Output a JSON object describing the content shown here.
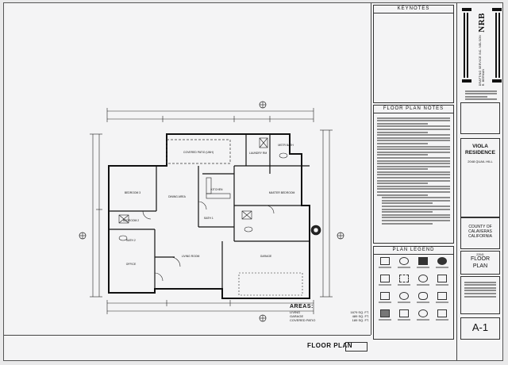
{
  "plan": {
    "rooms": {
      "covered_patio": "COVERED PATIO (UNH)",
      "bedroom_3": "BEDROOM 3",
      "master_bedroom": "MASTER BEDROOM",
      "bath_2": "BATH 2",
      "dining_area": "DINING AREA",
      "kitchen": "KITCHEN",
      "bath_1": "BATH 1",
      "laundry": "LAUNDRY RM",
      "bedroom_2": "BEDROOM 2",
      "living_room": "LIVING ROOM",
      "office": "OFFICE",
      "garage": "GARAGE",
      "master_bath": "MSTR BATH"
    }
  },
  "areas": {
    "title": "AREAS:",
    "rows": [
      {
        "label": "LIVING",
        "value": "1679 SQ. FT."
      },
      {
        "label": "GARAGE",
        "value": "489 SQ. FT."
      },
      {
        "label": "COVERED PATIO",
        "value": "189 SQ. FT."
      }
    ]
  },
  "sheet_title": "FLOOR PLAN",
  "panels": {
    "keynotes": "KEYNOTES",
    "floor_plan_notes": "FLOOR PLAN NOTES",
    "plan_legend": "PLAN LEGEND"
  },
  "title_block": {
    "logo_mark": "NRB",
    "logo_sub": "DRAFTING SERVICE INC. NELSON R. BERMAN",
    "project_name_1": "VIOLA",
    "project_name_2": "RESIDENCE",
    "project_address": "2048 QUAIL HILL",
    "county_1": "COUNTY OF",
    "county_2": "CALAVERAS",
    "county_3": "CALIFORNIA",
    "job_number": "22041",
    "sheet_desc_1": "FLOOR",
    "sheet_desc_2": "PLAN",
    "sheet_number": "A-1"
  }
}
